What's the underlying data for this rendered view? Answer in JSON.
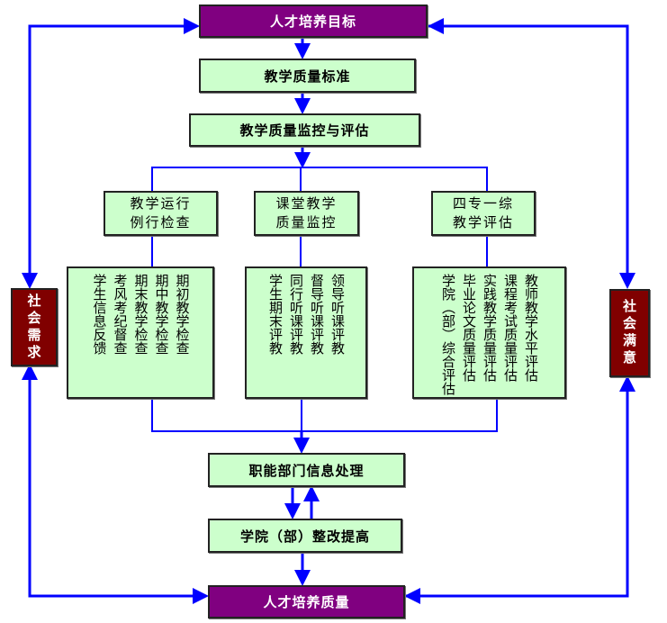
{
  "diagram": {
    "title_top": "人才培养目标",
    "standard": "教学质量标准",
    "monitor": "教学质量监控与评估",
    "branches": [
      {
        "label_lines": [
          "教学运行",
          "例行检查"
        ],
        "items": [
          "期初教学检查",
          "期中教学检查",
          "期末教学检查",
          "考风考纪督查",
          "学生信息反馈"
        ]
      },
      {
        "label_lines": [
          "课堂教学",
          "质量监控"
        ],
        "items": [
          "领导听课评教",
          "督导听课评教",
          "同行听课评教",
          "学生期末评教"
        ]
      },
      {
        "label_lines": [
          "四专一综",
          "教学评估"
        ],
        "items": [
          "教师教学水平评估",
          "课程考试质量评估",
          "实践教学质量评估",
          "毕业论文质量评估",
          "学院（部）综合评估"
        ]
      }
    ],
    "processing": "职能部门信息处理",
    "improvement": "学院（部）整改提高",
    "title_bottom": "人才培养质量",
    "left_side": "社会需求",
    "right_side": "社会满意"
  },
  "colors": {
    "arrow": "#0000ff",
    "box_green": "#ccffcc",
    "box_purple": "#800080",
    "box_maroon": "#800000"
  }
}
